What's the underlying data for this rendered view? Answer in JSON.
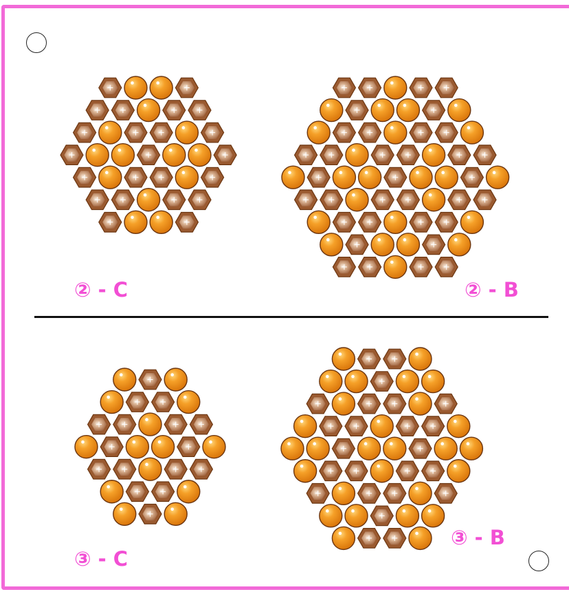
{
  "colors": {
    "frame": "#f26ad8",
    "label": "#f24fd4",
    "orange_bead": "#f0901a",
    "hex_bead": "#b07048"
  },
  "legend": {
    "O": "round orange bead",
    "H": "hexagonal brown bead"
  },
  "patterns": [
    {
      "id": "2C",
      "label": "② - C",
      "rows": [
        "HOOH",
        "HHOHH",
        "HOHHOH",
        "HOOHOOH",
        "HOHHOH",
        "HHOHH",
        "HOOH"
      ]
    },
    {
      "id": "2B",
      "label": "② - B",
      "rows": [
        "HHOHH",
        "OHOOHO",
        "OHHOHHO",
        "HHOHHOHH",
        "OHOOHOOHO",
        "HHOHHOHH",
        "OHHOHHO",
        "OHOOHO",
        "HHOHH"
      ]
    },
    {
      "id": "3C",
      "label": "③ - C",
      "rows": [
        "OHO",
        "OHHO",
        "HHOHH",
        "OHOOHO",
        "HHOHH",
        "OHHO",
        "OHO"
      ]
    },
    {
      "id": "3B",
      "label": "③ - B",
      "rows": [
        "OHHO",
        "OOHOO",
        "HOHHOH",
        "OHHOHHO",
        "OOHOOHOO",
        "OHHOHHO",
        "HOHHOH",
        "OOHOO",
        "OHHO"
      ]
    }
  ]
}
